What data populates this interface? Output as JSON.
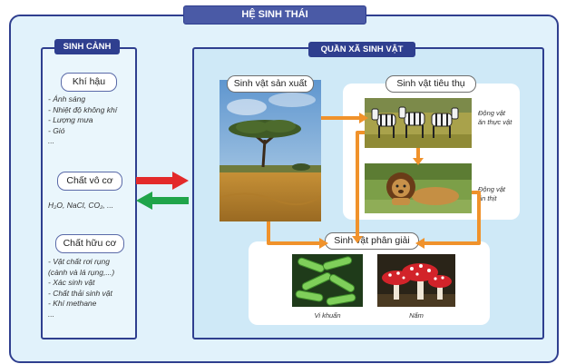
{
  "title": "HỆ SINH THÁI",
  "habitat": {
    "title": "SINH CẢNH",
    "climate": {
      "label": "Khí hậu",
      "items": [
        "- Ánh sáng",
        "- Nhiệt độ không khí",
        "- Lượng mưa",
        "- Gió",
        "..."
      ]
    },
    "inorganic": {
      "label": "Chất vô cơ",
      "h2o": "H₂O, NaCl, CO₂, ..."
    },
    "organic": {
      "label": "Chất hữu cơ",
      "items": [
        "- Vật chất rơi rụng",
        "(cành và lá rụng,...)",
        "- Xác sinh vật",
        "- Chất thải sinh vật",
        "- Khí methane",
        "..."
      ]
    }
  },
  "community": {
    "title": "QUẦN XÃ SINH VẬT",
    "producers": "Sinh vật sản xuất",
    "consumers": "Sinh vật tiêu thụ",
    "herbivores": [
      "Động vật",
      "ăn thực vật"
    ],
    "carnivores": [
      "Động vật",
      "ăn thịt"
    ],
    "decomposers": "Sinh vật phân giải",
    "bacteria": "Vi khuẩn",
    "fungi": "Nấm"
  },
  "colors": {
    "frame": "#2f3f8f",
    "flow_arrow": "#f0922b",
    "arrow_to_community": "#e32a2a",
    "arrow_to_habitat": "#1fa44a"
  }
}
